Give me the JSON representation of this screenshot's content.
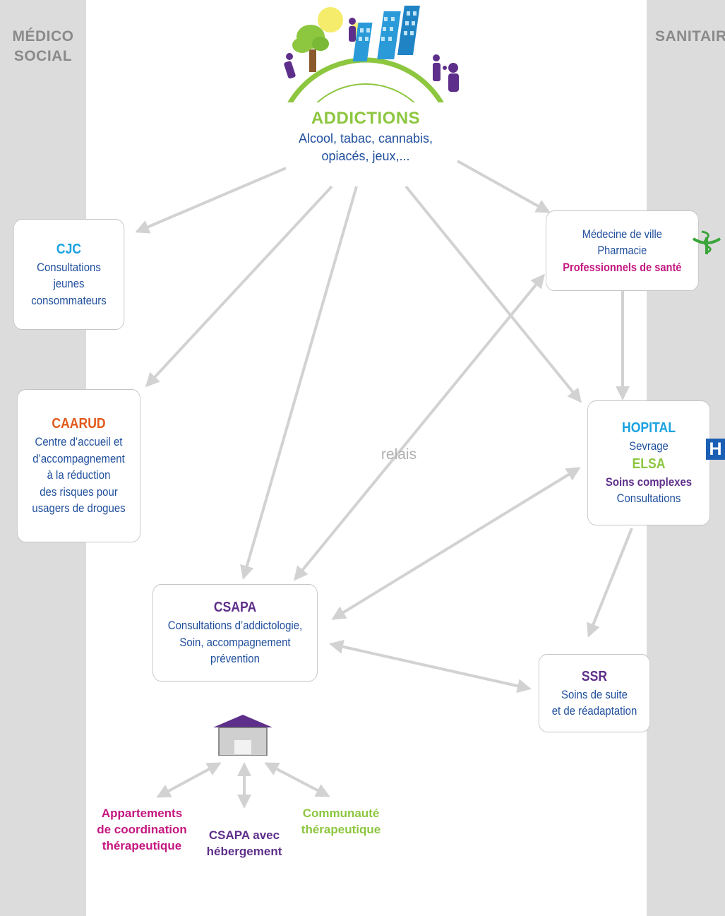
{
  "side_labels": {
    "medico_line1": "MÉDICO",
    "medico_line2": "SOCIAL",
    "sanitaire": "SANITAIRE"
  },
  "addictions": {
    "title": "ADDICTIONS",
    "line1": "Alcool, tabac, cannabis,",
    "line2": "opiacés, jeux,..."
  },
  "cjc": {
    "title": "CJC",
    "lines": [
      "Consultations",
      "jeunes",
      "consommateurs"
    ]
  },
  "caarud": {
    "title": "CAARUD",
    "lines": [
      "Centre d’accueil et",
      "d’accompagnement",
      "à la réduction",
      "des risques pour",
      "usagers de drogues"
    ]
  },
  "medecine": {
    "line1": "Médecine de ville",
    "line2": "Pharmacie",
    "line3": "Professionnels de santé"
  },
  "hopital": {
    "title": "HOPITAL",
    "line1": "Sevrage",
    "line2": "ELSA",
    "line3": "Soins complexes",
    "line4": "Consultations",
    "badge": "H"
  },
  "relais": "relais",
  "csapa": {
    "title": "CSAPA",
    "lines": [
      "Consultations d’addictologie,",
      "Soin, accompagnement",
      "prévention"
    ]
  },
  "ssr": {
    "title": "SSR",
    "lines": [
      "Soins de suite",
      "et de réadaptation"
    ]
  },
  "bottom": {
    "appartements": [
      "Appartements",
      "de coordination",
      "thérapeutique"
    ],
    "csapa_heb": [
      "CSAPA avec",
      "hébergement"
    ],
    "communaute": [
      "Communauté",
      "thérapeutique"
    ]
  },
  "icons": [
    "community-illustration-icon",
    "pharmacy-caduceus-icon",
    "hospital-h-icon",
    "house-icon"
  ],
  "colors": {
    "blue": "#1aa2e0",
    "orange": "#e05a1c",
    "purple": "#5e2f8a",
    "magenta": "#c4177f",
    "green": "#8dc63f",
    "navy": "#1f4e9c",
    "band": "#dcdcdc",
    "arrow": "#d4d4d4"
  }
}
